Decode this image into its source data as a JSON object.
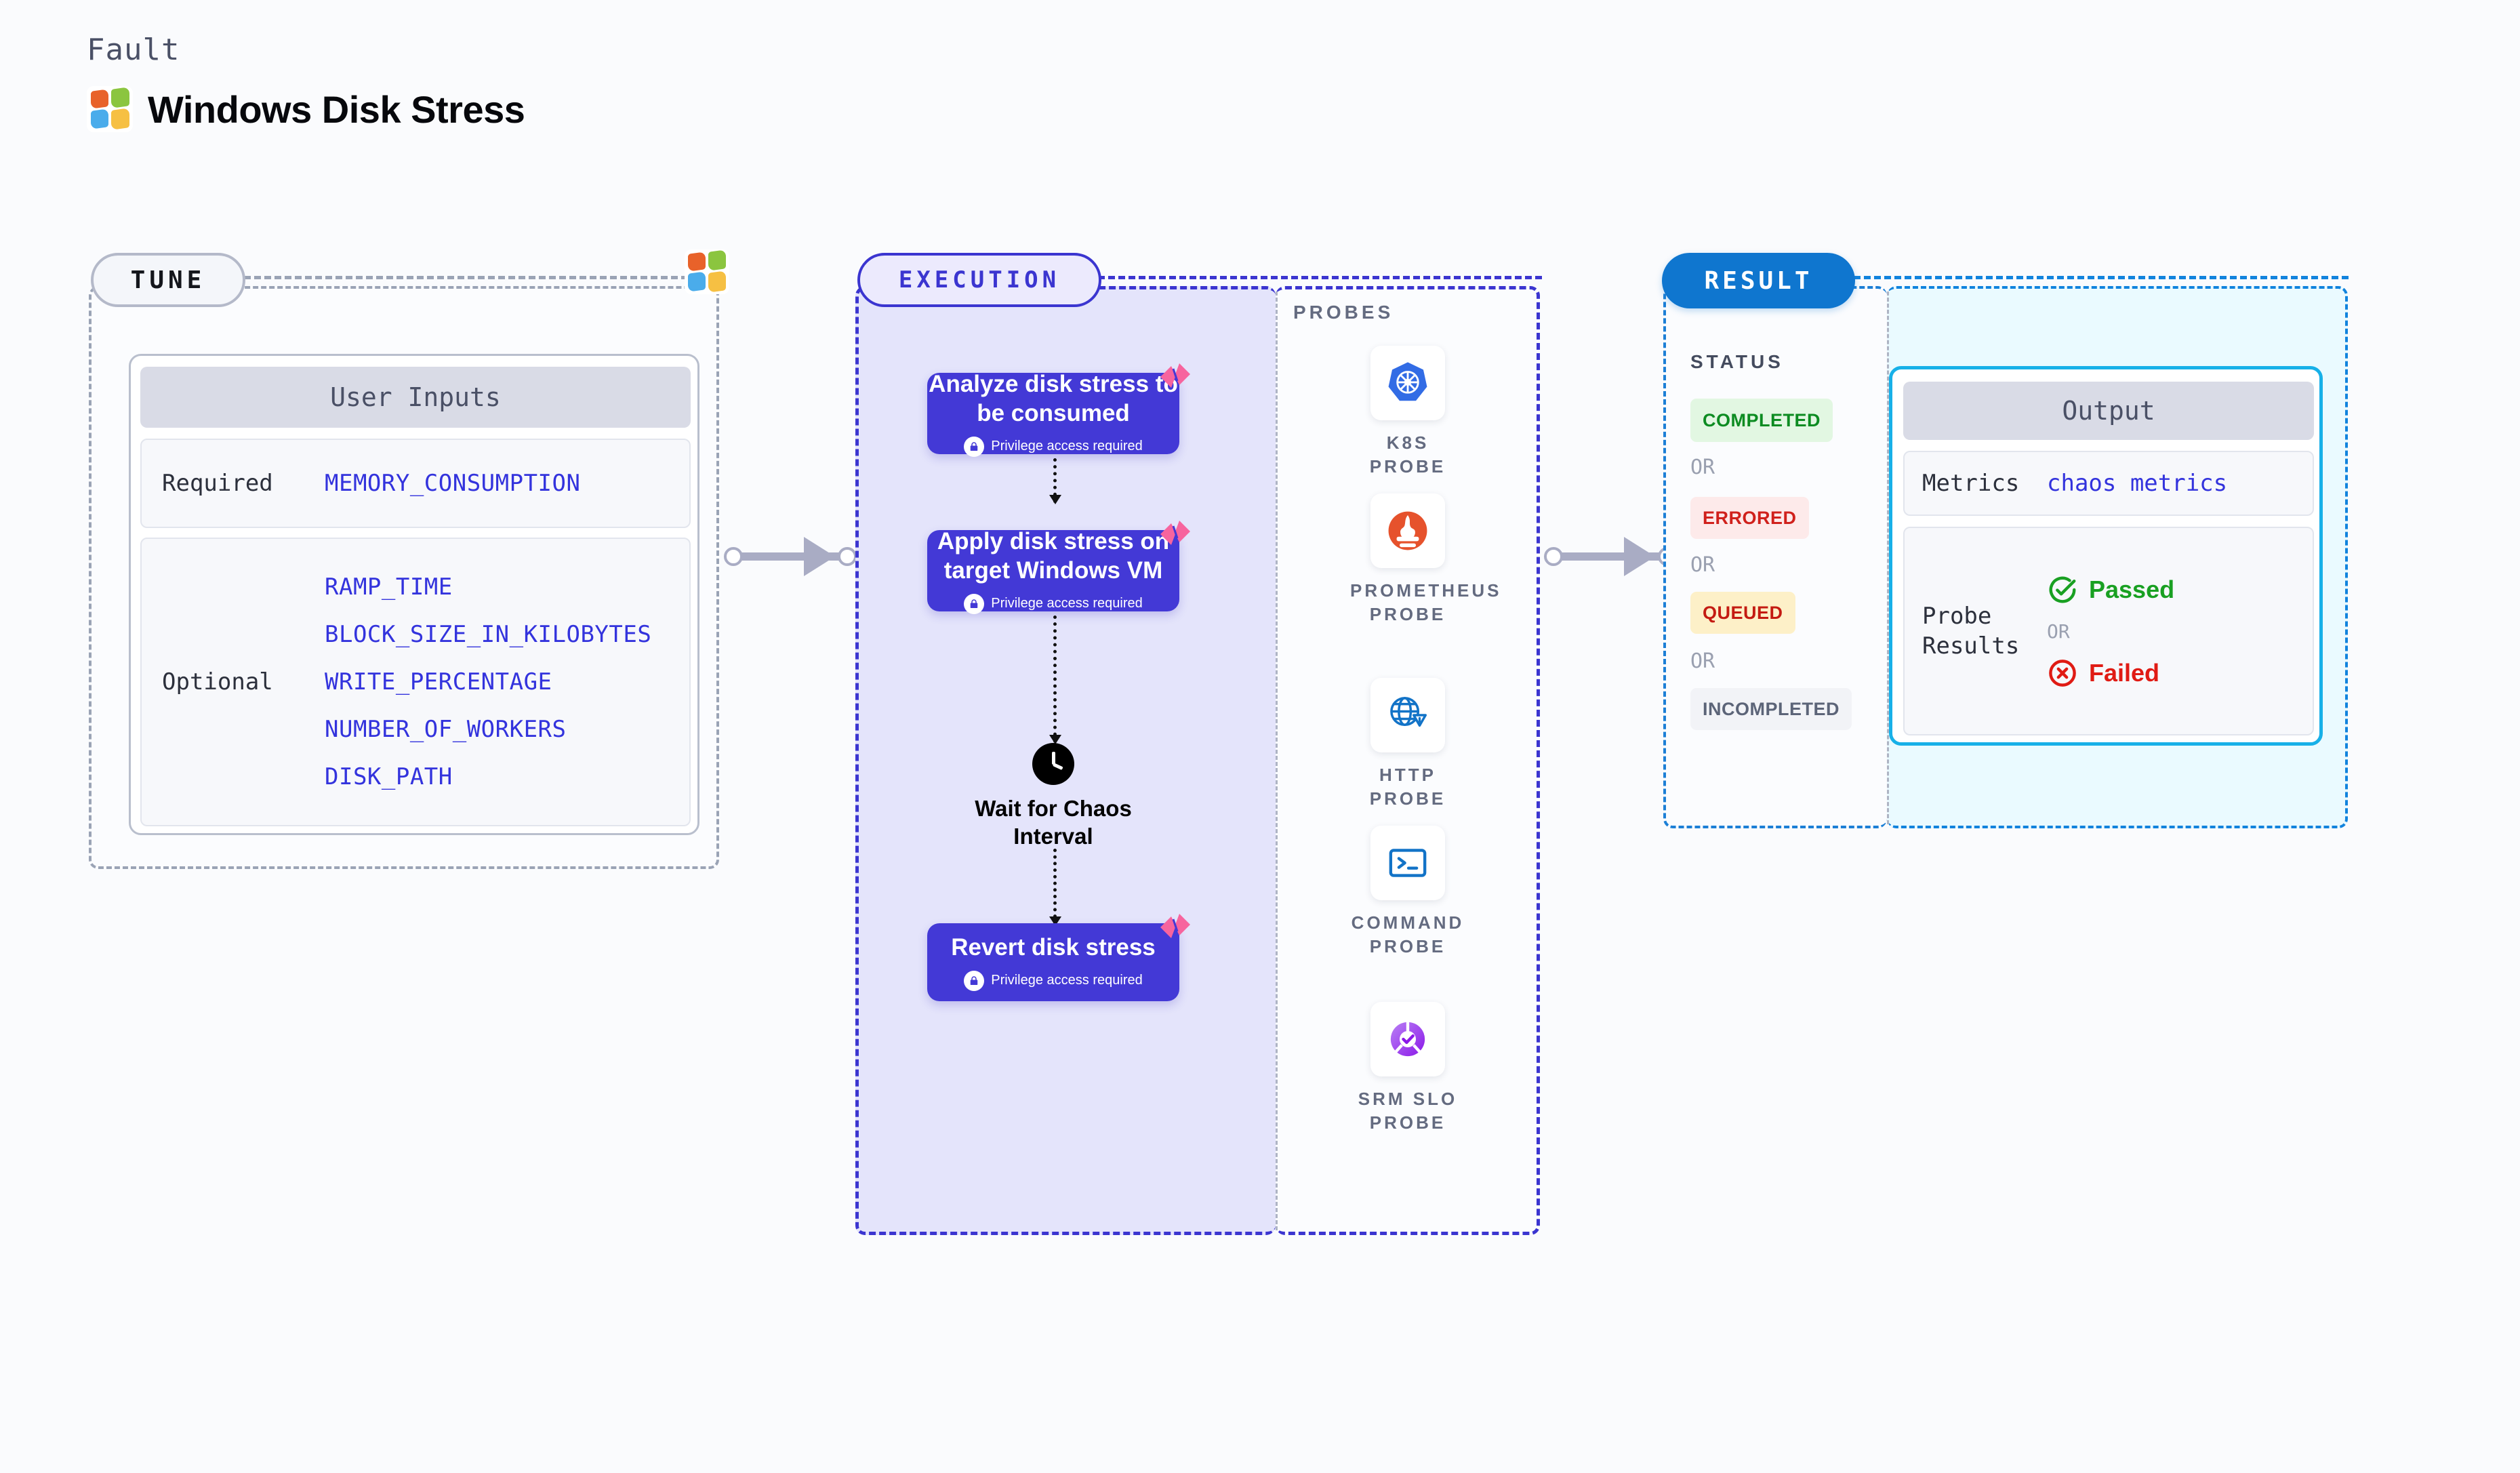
{
  "header": {
    "eyebrow": "Fault",
    "title": "Windows Disk Stress",
    "logo_icon": "windows-logo-icon"
  },
  "tune": {
    "pill_label": "TUNE",
    "logo_icon": "windows-logo-icon",
    "card": {
      "title": "User Inputs",
      "rows": [
        {
          "label": "Required",
          "values": [
            "MEMORY_CONSUMPTION"
          ]
        },
        {
          "label": "Optional",
          "values": [
            "RAMP_TIME",
            "BLOCK_SIZE_IN_KILOBYTES",
            "WRITE_PERCENTAGE",
            "NUMBER_OF_WORKERS",
            "DISK_PATH"
          ]
        }
      ]
    }
  },
  "execution": {
    "pill_label": "EXECUTION",
    "privilege_note": "Privilege access required",
    "nodes": [
      {
        "title": "Analyze disk stress to be consumed",
        "privileged": true
      },
      {
        "title": "Apply disk stress on target Windows VM",
        "privileged": true
      },
      {
        "title": "Revert disk stress",
        "privileged": true
      }
    ],
    "wait": {
      "label": "Wait for Chaos Interval",
      "icon": "clock-icon"
    }
  },
  "probes": {
    "title": "PROBES",
    "items": [
      {
        "label": "K8S PROBE",
        "icon": "kubernetes-icon",
        "color": "#326ce5"
      },
      {
        "label": "PROMETHEUS PROBE",
        "icon": "prometheus-icon",
        "color": "#e6522c"
      },
      {
        "label": "HTTP PROBE",
        "icon": "http-globe-alert-icon",
        "color": "#1273c7"
      },
      {
        "label": "COMMAND PROBE",
        "icon": "terminal-icon",
        "color": "#1273c7"
      },
      {
        "label": "SRM SLO PROBE",
        "icon": "srm-slo-icon",
        "color": "#9333ea"
      }
    ]
  },
  "result": {
    "pill_label": "RESULT",
    "status_title": "STATUS",
    "or_label": "OR",
    "statuses": [
      {
        "label": "COMPLETED",
        "bg": "#e2f7e2",
        "fg": "#0d8c22"
      },
      {
        "label": "ERRORED",
        "bg": "#fdeaea",
        "fg": "#d0211c"
      },
      {
        "label": "QUEUED",
        "bg": "#fdf0c8",
        "fg": "#c41b12"
      },
      {
        "label": "INCOMPLETED",
        "bg": "#f2f3f7",
        "fg": "#5c6478"
      }
    ],
    "output": {
      "title": "Output",
      "metrics_label": "Metrics",
      "metrics_value": "chaos metrics",
      "probe_results_label": "Probe Results",
      "passed_label": "Passed",
      "failed_label": "Failed",
      "or_label": "OR",
      "passed_icon": "check-circle-icon",
      "failed_icon": "x-circle-icon"
    }
  },
  "colors": {
    "tune_border": "#9aa3b5",
    "exec_accent": "#3b35d0",
    "exec_node": "#4339d6",
    "result_accent": "#1183dd",
    "output_border": "#17b0e8",
    "link_arrow": "#a9acc4",
    "badge_pink": "#f7649e"
  }
}
